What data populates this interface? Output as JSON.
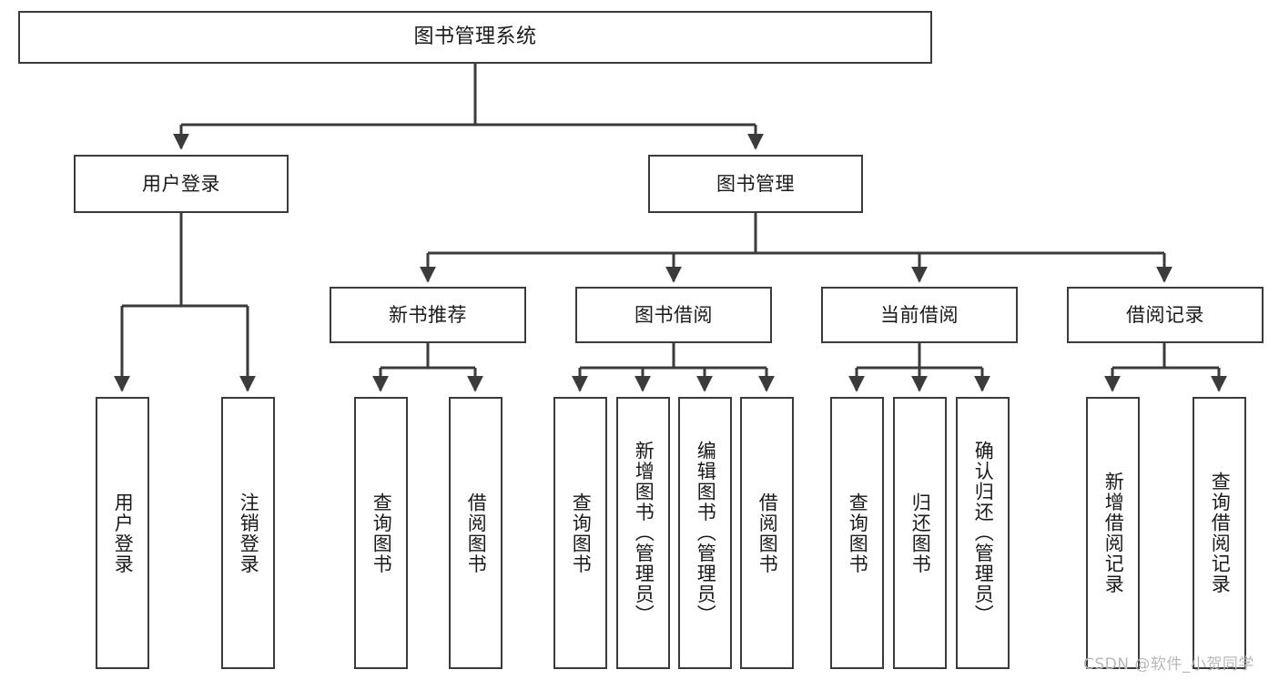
{
  "diagram": {
    "type": "tree-hierarchy",
    "title": "图书管理系统",
    "orientation": "top-down",
    "style": {
      "box_fill": "#ffffff",
      "box_stroke": "#3b3b3b",
      "line_color": "#3b3b3b",
      "text_color": "#1a1a1a",
      "background": "#ffffff"
    },
    "nodes": {
      "root": {
        "label": "图书管理系统",
        "level": 0
      },
      "level1": [
        {
          "id": "user-login",
          "label": "用户登录"
        },
        {
          "id": "book-manage",
          "label": "图书管理"
        }
      ],
      "level2": [
        {
          "id": "new-book-rec",
          "label": "新书推荐",
          "parent": "book-manage"
        },
        {
          "id": "book-borrow",
          "label": "图书借阅",
          "parent": "book-manage"
        },
        {
          "id": "current-borrow",
          "label": "当前借阅",
          "parent": "book-manage"
        },
        {
          "id": "borrow-record",
          "label": "借阅记录",
          "parent": "book-manage"
        }
      ],
      "leaves": [
        {
          "id": "leaf-user-login",
          "label": "用户登录",
          "parent": "user-login"
        },
        {
          "id": "leaf-user-logout",
          "label": "注销登录",
          "parent": "user-login"
        },
        {
          "id": "leaf-rec-query-book",
          "label": "查询图书",
          "parent": "new-book-rec"
        },
        {
          "id": "leaf-rec-borrow-book",
          "label": "借阅图书",
          "parent": "new-book-rec"
        },
        {
          "id": "leaf-borrow-query-book",
          "label": "查询图书",
          "parent": "book-borrow"
        },
        {
          "id": "leaf-borrow-add-book",
          "label": "新增图书（管理员）",
          "parent": "book-borrow"
        },
        {
          "id": "leaf-borrow-edit-book",
          "label": "编辑图书（管理员）",
          "parent": "book-borrow"
        },
        {
          "id": "leaf-borrow-borrow-book",
          "label": "借阅图书",
          "parent": "book-borrow"
        },
        {
          "id": "leaf-current-query-book",
          "label": "查询图书",
          "parent": "current-borrow"
        },
        {
          "id": "leaf-current-return-book",
          "label": "归还图书",
          "parent": "current-borrow"
        },
        {
          "id": "leaf-current-confirm-return",
          "label": "确认归还（管理员）",
          "parent": "current-borrow"
        },
        {
          "id": "leaf-record-add",
          "label": "新增借阅记录",
          "parent": "borrow-record"
        },
        {
          "id": "leaf-record-query",
          "label": "查询借阅记录",
          "parent": "borrow-record"
        }
      ]
    },
    "watermark": "CSDN @软件_小贺同学"
  }
}
